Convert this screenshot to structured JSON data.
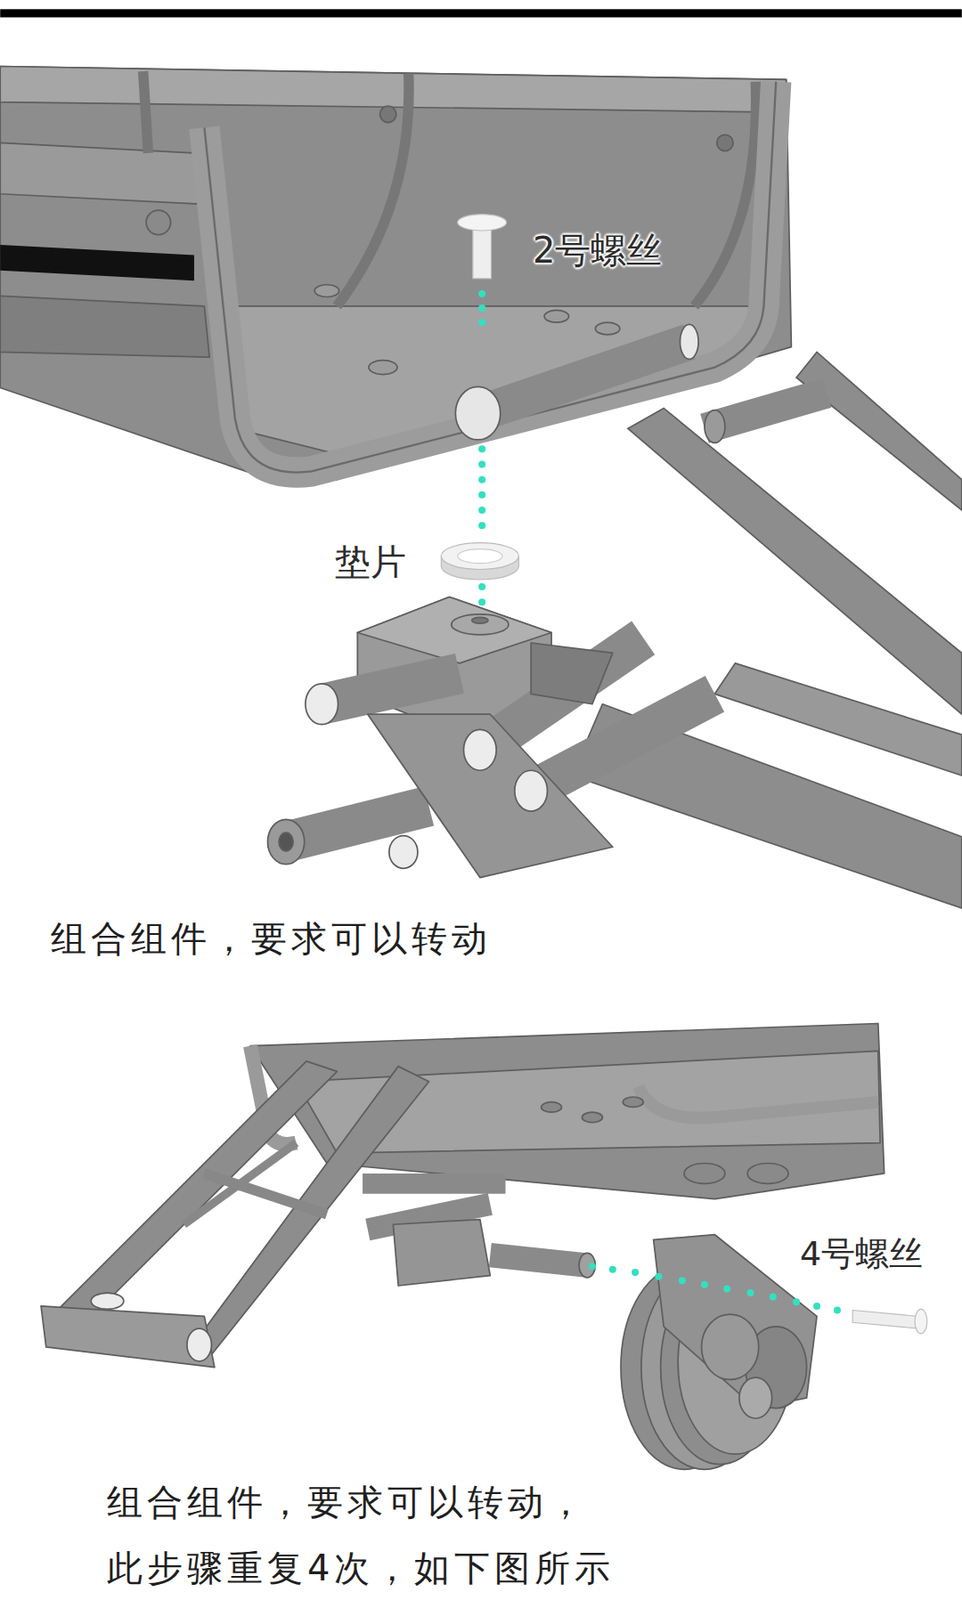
{
  "diagram": {
    "labels": [
      "2号螺丝",
      "垫片",
      "组合组件，要求可以转动",
      "4号螺丝",
      "组合组件，要求可以转动， 此步骤重复4次，如下图所示"
    ]
  }
}
